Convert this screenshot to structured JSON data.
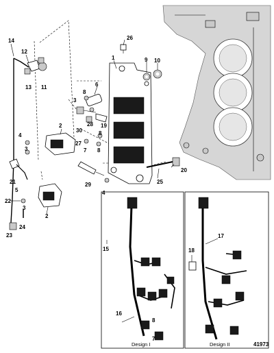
{
  "callouts": {
    "c1": "1",
    "c2a": "2",
    "c2b": "2",
    "c3a": "3",
    "c3b": "3",
    "c4a": "4",
    "c4b": "4",
    "c5": "5",
    "c6": "6",
    "c7a": "7",
    "c7b": "7",
    "c8a": "8",
    "c8b": "8",
    "c8c": "8",
    "c9": "9",
    "c10": "10",
    "c11": "11",
    "c12": "12",
    "c13": "13",
    "c14": "14",
    "c15": "15",
    "c16": "16",
    "c17": "17",
    "c18": "18",
    "c19": "19",
    "c20": "20",
    "c21": "21",
    "c22": "22",
    "c23": "23",
    "c24": "24",
    "c25": "25",
    "c26": "26",
    "c27": "27",
    "c28": "28",
    "c29": "29",
    "c30": "30"
  },
  "captions": {
    "design_1": "Design I",
    "design_2": "Design II"
  },
  "drawing_number": "41973"
}
